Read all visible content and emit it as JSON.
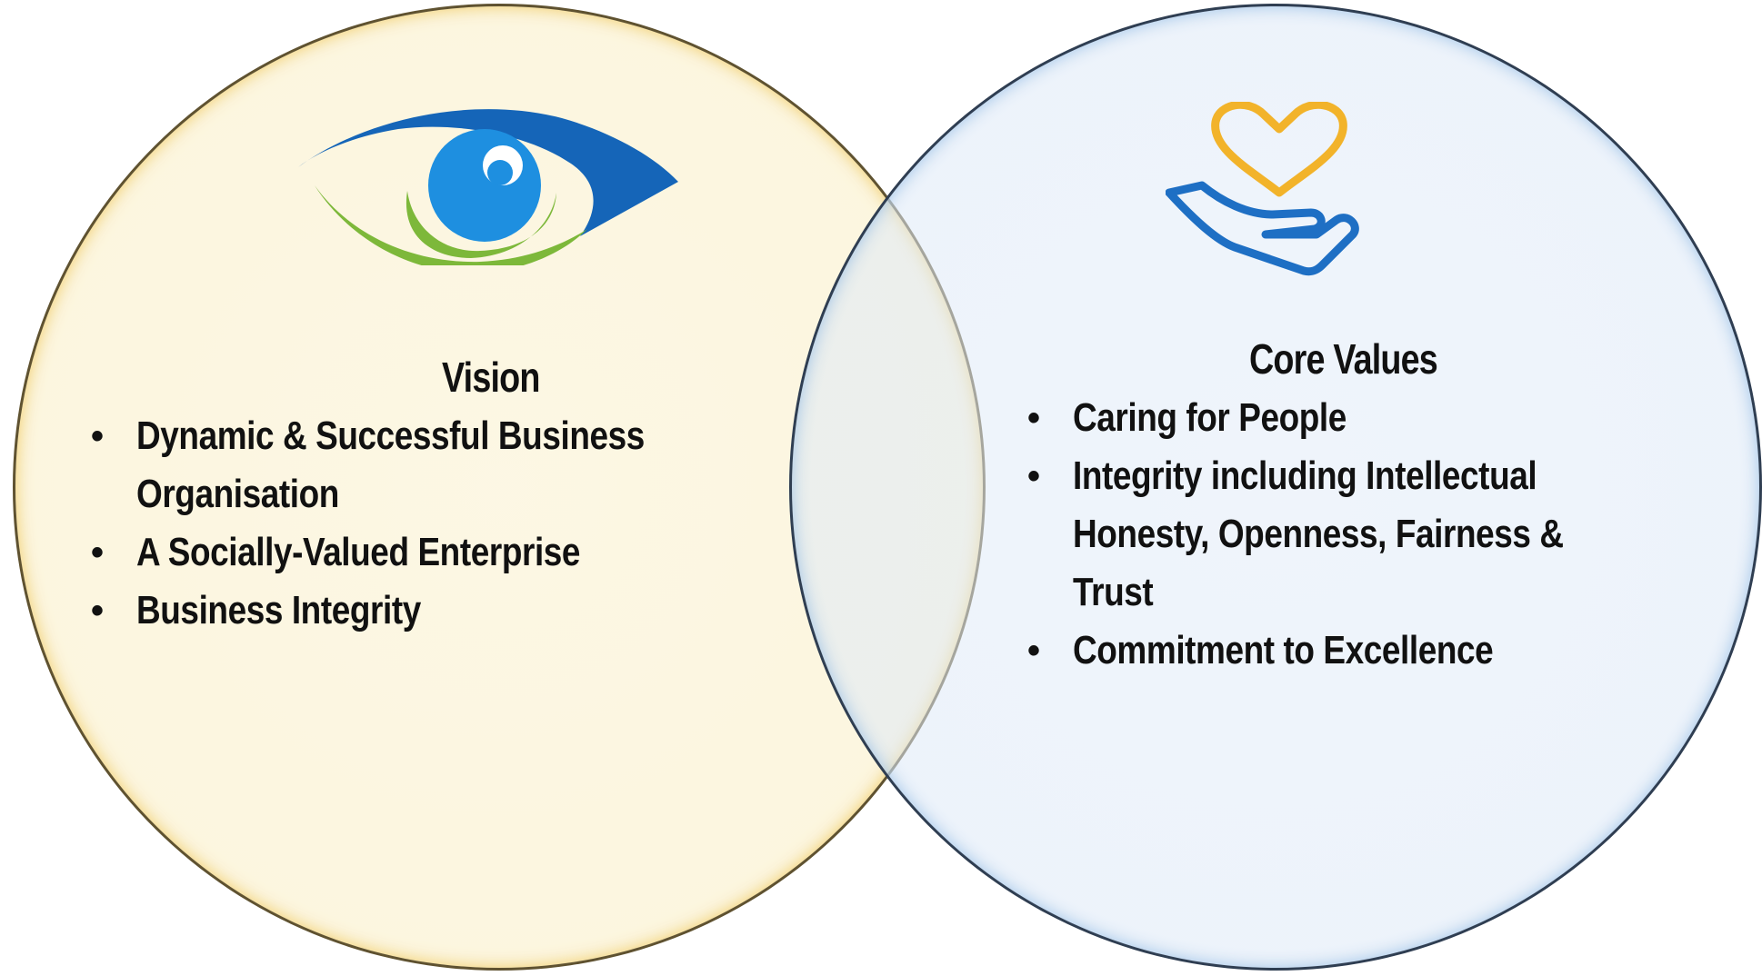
{
  "vision": {
    "heading": "Vision",
    "items": [
      {
        "line1": "Dynamic & Successful Business",
        "line2": "Organisation"
      },
      {
        "line1": "A Socially-Valued Enterprise",
        "line2": ""
      },
      {
        "line1": "Business Integrity",
        "line2": ""
      }
    ],
    "icon": "eye-icon",
    "colors": {
      "fill": "#FBF3D6",
      "edge": "#F0CE6E",
      "eye_blue": "#1565B8",
      "eye_iris": "#1E8FE0",
      "eye_green": "#7DB83A"
    }
  },
  "core_values": {
    "heading": "Core Values",
    "items": [
      {
        "lines": [
          "Caring for People"
        ]
      },
      {
        "lines": [
          "Integrity including Intellectual",
          "Honesty, Openness, Fairness &",
          "Trust"
        ]
      },
      {
        "lines": [
          "Commitment to Excellence"
        ]
      }
    ],
    "icon": "heart-in-hand-icon",
    "colors": {
      "fill": "#DEE9F7",
      "edge": "#A0C3E8",
      "heart": "#F2B32A",
      "hand": "#1E6FC4"
    }
  }
}
